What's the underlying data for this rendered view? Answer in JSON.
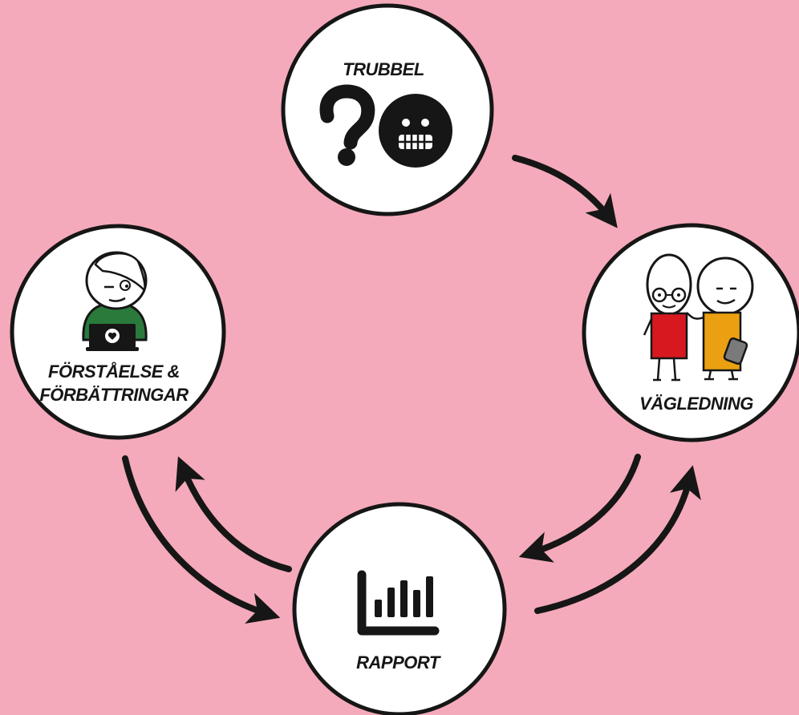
{
  "diagram": {
    "background_color": "#f4aaba",
    "nodes": {
      "trubbel": {
        "label": "TRUBBEL",
        "icons": [
          "question-mark-icon",
          "grimace-face-icon"
        ]
      },
      "vagledning": {
        "label": "VÄGLEDNING",
        "icons": [
          "two-people-icon",
          "phone-icon"
        ]
      },
      "rapport": {
        "label": "RAPPORT",
        "icons": [
          "bar-chart-icon"
        ]
      },
      "forstaelse": {
        "label_line1": "FÖRSTÅELSE &",
        "label_line2": "FÖRBÄTTRINGAR",
        "icons": [
          "person-with-laptop-icon",
          "heart-icon"
        ]
      }
    },
    "arrows": [
      {
        "from": "TRUBBEL",
        "to": "VÄGLEDNING"
      },
      {
        "from": "VÄGLEDNING",
        "to": "RAPPORT"
      },
      {
        "from": "RAPPORT",
        "to": "VÄGLEDNING"
      },
      {
        "from": "RAPPORT",
        "to": "FÖRSTÅELSE & FÖRBÄTTRINGAR"
      },
      {
        "from": "FÖRSTÅELSE & FÖRBÄTTRINGAR",
        "to": "RAPPORT"
      }
    ],
    "colors": {
      "ink": "#161616",
      "circle_fill": "#ffffff",
      "shirt_red": "#d7181f",
      "shirt_orange": "#eaa011",
      "shirt_green": "#2a7a3c",
      "phone_gray": "#7a7a7a"
    }
  }
}
